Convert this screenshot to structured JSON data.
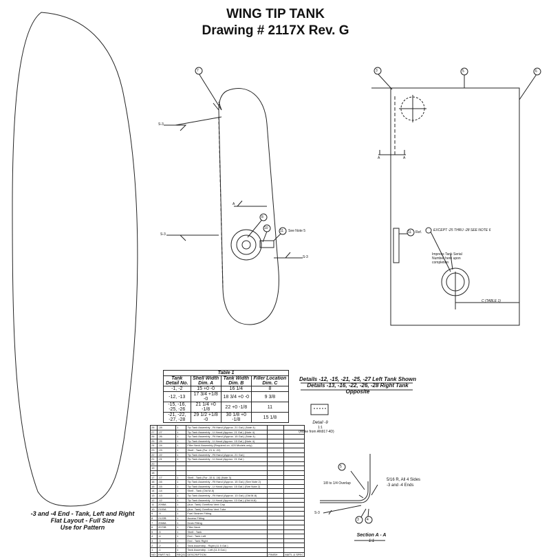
{
  "title": {
    "line1": "WING TIP TANK",
    "line2": "Drawing # 2117X Rev. G"
  },
  "pattern_note": {
    "line1": "-3 and -4 End - Tank, Left and Right",
    "line2": "Flat Layout - Full Size",
    "line3": "Use for Pattern"
  },
  "details_note": {
    "line1": "Details -12, -15, -21, -25, -27  Left Tank Shown",
    "line2": "Details -13, -16, -22, -26, -28  Right Tank Opposite"
  },
  "callouts": {
    "c3": "3",
    "c5": "5",
    "c6": "6",
    "c7": "7",
    "c8": "8",
    "c10": "10",
    "c11": "11",
    "c11b": "11",
    "c5b": "5",
    "c3b": "3",
    "c4b": "4",
    "see_note5": "See Note 5",
    "ref": "Ref.",
    "impress": "Impress Tank Serial Number here upon completion",
    "except": "EXCEPT -25 THRU -28 SEE NOTE 6",
    "dim_c": "C (TABLE 1)",
    "aa_left": "A",
    "aa_right": "A",
    "a_mark": "A",
    "s3": "S-3",
    "s3b": "S-3",
    "s3c": "S-3",
    "s3d": "S-3"
  },
  "detail9": {
    "title": "Detail -9",
    "scale": "1:1",
    "source": "(Make from AN917-4D)"
  },
  "section_aa": {
    "title": "Section A - A",
    "scale": "1:1",
    "overlap": "1/8 to 1/4 Overlap",
    "radius": "5/16 R, All 4 Sides",
    "ends": "-3 and -4 Ends"
  },
  "table1": {
    "caption": "Table 1",
    "headers": [
      "Tank Detail No.",
      "Shell Width Dim. A",
      "Tank Width Dim. B",
      "Filler Location Dim. C"
    ],
    "rows": [
      [
        "-1, -2",
        "15 +0 -0",
        "16 1/4",
        "8"
      ],
      [
        "-12, -13",
        "17 3/4 +1/8 -0",
        "18 3/4 +0 -0",
        "9 3/8"
      ],
      [
        "-15, -16, -25, -26",
        "21 1/4 +0 -1/8",
        "22 +0 -1/8",
        "11"
      ],
      [
        "-21, -22, -27, -28",
        "29 1/2 +1/8 -0",
        "30 1/8 +0 -1/8",
        "15 1/8"
      ]
    ]
  },
  "bom": {
    "rows": [
      [
        "28",
        "-28",
        "1",
        "Tip Tank Assembly - Rt Hand (Approx. 21 Gal.) (Note 4)",
        "",
        ""
      ],
      [
        "27",
        "-27",
        "1",
        "Tip Tank Assembly - Lt Hand (Approx. 21 Gal.) (Note 4)",
        "",
        ""
      ],
      [
        "26",
        "-26",
        "1",
        "Tip Tank Assembly - Rt Hand (Approx. 15 Gal.) (Note 4)",
        "",
        ""
      ],
      [
        "25",
        "-25",
        "1",
        "Tip Tank Assembly - Lt Hand (Approx. 15 Gal.) (Note 4)",
        "",
        ""
      ],
      [
        "24",
        "-24",
        "1",
        "Filler Neck Assembly (Required on -420 Models only)",
        "",
        ""
      ],
      [
        "23",
        "-23",
        "1",
        "Shell - Tank (For -21 & -22)",
        "",
        ""
      ],
      [
        "22",
        "-22",
        "1",
        "Tip Tank Assembly - Rt Hand (Approx. 21 Gal.)",
        "",
        ""
      ],
      [
        "21",
        "-21",
        "1",
        "Tip Tank Assembly - Lt Hand (Approx. 21 Gal.)",
        "",
        ""
      ],
      [
        "20",
        "",
        "",
        "",
        "",
        ""
      ],
      [
        "19",
        "",
        "",
        "",
        "",
        ""
      ],
      [
        "18",
        "",
        "",
        "",
        "",
        ""
      ],
      [
        "17",
        "-17",
        "1",
        "Shell - Tank (For -15 & -16) (Note 3)",
        "",
        ""
      ],
      [
        "16",
        "-16",
        "1",
        "Tip Tank Assembly - Rt Hand (Approx. 15 Gal.) (See Note 2)",
        "",
        ""
      ],
      [
        "15",
        "-15",
        "1",
        "Tip Tank Assembly - Lt Hand (Approx. 15 Gal.) (See Note 2)",
        "",
        ""
      ],
      [
        "14",
        "-14",
        "1",
        "Shell - Tank (Old M-8)",
        "",
        ""
      ],
      [
        "13",
        "-13",
        "1",
        "Tip Tank Assembly - Rt Hand (Approx. 13 Gal.) (Old M-8)",
        "",
        ""
      ],
      [
        "12",
        "-12",
        "1",
        "Tip Tank Assembly - Lt Hand (Approx. 13 Gal.) (Old M-8)",
        "",
        ""
      ],
      [
        "11",
        "2098A",
        "1",
        "(Aux. Tank) Overflow Vent Cap",
        "",
        ""
      ],
      [
        "10",
        "2100A",
        "1",
        "(Aux. Tank) Overflow Vent Tube",
        "",
        ""
      ],
      [
        "9",
        "-9",
        "1",
        "Fuel Strainer Fitting",
        "",
        ""
      ],
      [
        "8",
        "2122B",
        "1",
        "Access Fitting",
        "",
        ""
      ],
      [
        "7",
        "2068A",
        "1",
        "Drain Fitting",
        "",
        ""
      ],
      [
        "6",
        "2070B",
        "1",
        "Filler Neck",
        "",
        ""
      ],
      [
        "5",
        "-5",
        "1",
        "Shell - Tank",
        "",
        ""
      ],
      [
        "4",
        "-4",
        "1",
        "End - Tank Left",
        "",
        ""
      ],
      [
        "3",
        "-3",
        "1",
        "End - Tank Right",
        "",
        ""
      ],
      [
        "2",
        "-2",
        "1",
        "Tank Assembly - Right (11.5 Gal.)",
        "",
        ""
      ],
      [
        "1",
        "-1",
        "1",
        "Tank Assembly - Left (11.5 Gal.)",
        "",
        ""
      ],
      [
        "NO",
        "PART NO.",
        "REQ'D",
        "DESCRIPTION",
        "FINISH",
        "MAT'L & SPEC"
      ]
    ]
  }
}
